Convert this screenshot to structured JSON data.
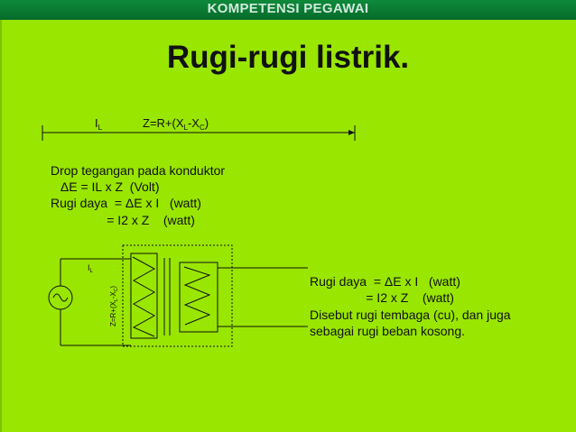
{
  "header": {
    "title": "KOMPETENSI PEGAWAI"
  },
  "slide": {
    "title": "Rugi-rugi listrik.",
    "line_current": "I",
    "line_current_sub": "L",
    "line_impedance_main": "Z=R+(X",
    "line_impedance_sub1": "L",
    "line_impedance_mid": "-X",
    "line_impedance_sub2": "C",
    "line_impedance_end": ")",
    "left_text": [
      "Drop tegangan pada konduktor",
      "   ΔE = IL x Z  (Volt)",
      "Rugi daya  = ΔE x I   (watt)",
      "                = I2 x Z    (watt)"
    ],
    "diagram_current": "I",
    "diagram_current_sub": "L",
    "diagram_impedance": "Z=R+(X",
    "diagram_impedance_sub1": "L",
    "diagram_impedance_mid": "-X",
    "diagram_impedance_sub2": "C",
    "diagram_impedance_end": ")",
    "right_text": [
      "Rugi daya  = ΔE x I   (watt)",
      "                = I2 x Z    (watt)",
      "Disebut rugi tembaga (cu), dan juga",
      "sebagai rugi beban kosong."
    ]
  }
}
